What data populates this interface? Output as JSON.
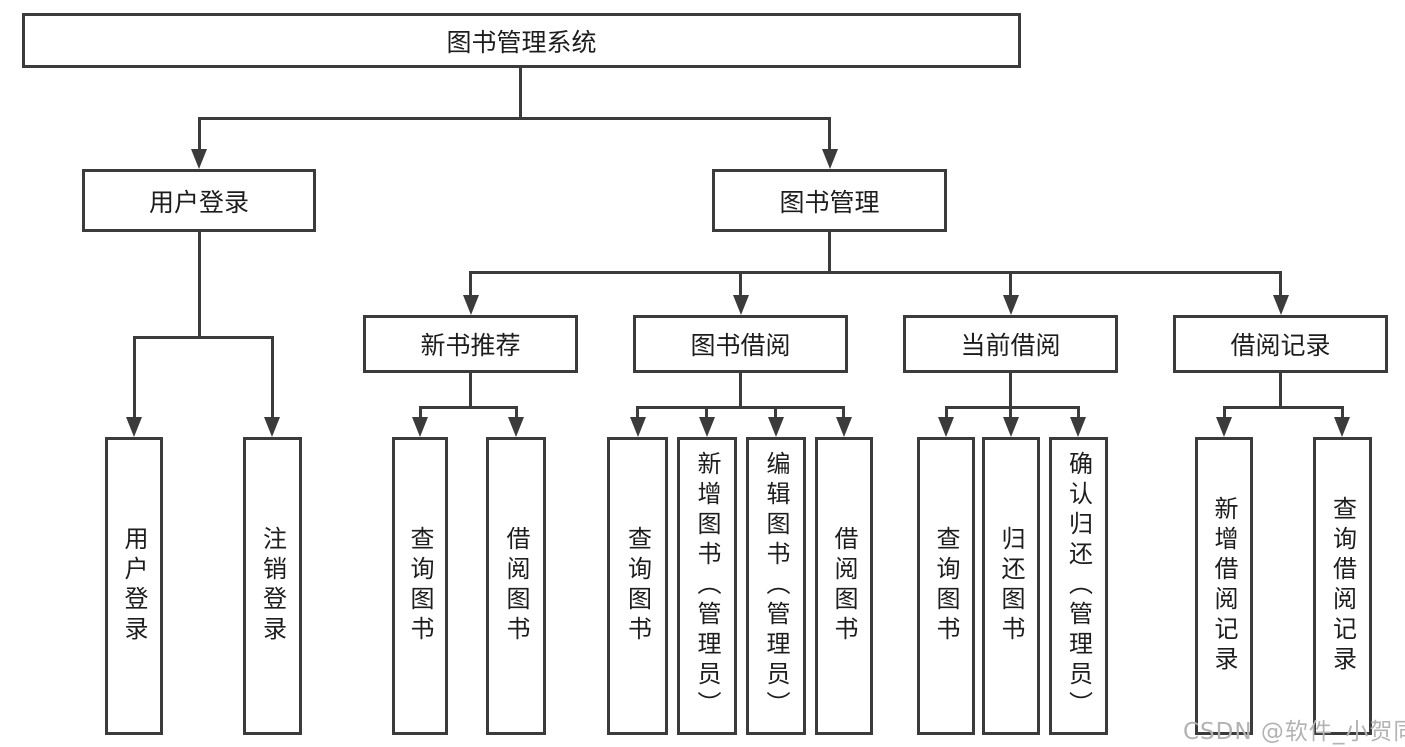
{
  "diagram_type": "tree",
  "colors": {
    "line": "#3b3b3b",
    "box_border": "#3b3b3b",
    "text": "#1d1d1d",
    "watermark": "#b3b3b3",
    "background": "#ffffff"
  },
  "tree": {
    "label": "图书管理系统",
    "children": [
      {
        "label": "用户登录",
        "children": [
          {
            "label": "用户登录"
          },
          {
            "label": "注销登录"
          }
        ]
      },
      {
        "label": "图书管理",
        "children": [
          {
            "label": "新书推荐",
            "children": [
              {
                "label": "查询图书"
              },
              {
                "label": "借阅图书"
              }
            ]
          },
          {
            "label": "图书借阅",
            "children": [
              {
                "label": "查询图书"
              },
              {
                "label": "新增图书（管理员）"
              },
              {
                "label": "编辑图书（管理员）"
              },
              {
                "label": "借阅图书"
              }
            ]
          },
          {
            "label": "当前借阅",
            "children": [
              {
                "label": "查询图书"
              },
              {
                "label": "归还图书"
              },
              {
                "label": "确认归还（管理员）"
              }
            ]
          },
          {
            "label": "借阅记录",
            "children": [
              {
                "label": "新增借阅记录"
              },
              {
                "label": "查询借阅记录"
              }
            ]
          }
        ]
      }
    ]
  },
  "watermark": {
    "text": "CSDN @软件_小贺同学"
  }
}
